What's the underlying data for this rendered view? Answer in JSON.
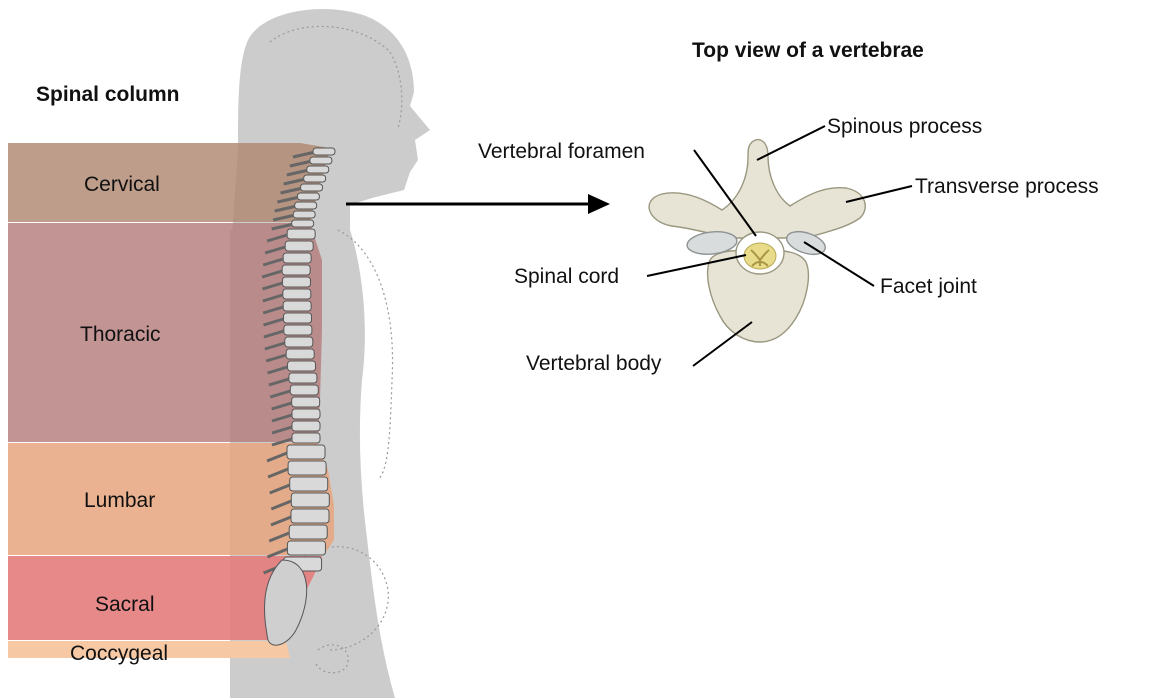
{
  "spine": {
    "title": "Spinal column",
    "regions": [
      {
        "key": "cervical",
        "label": "Cervical",
        "color": "#b08870"
      },
      {
        "key": "thoracic",
        "label": "Thoracic",
        "color": "#b47c7c"
      },
      {
        "key": "lumbar",
        "label": "Lumbar",
        "color": "#e6a47c"
      },
      {
        "key": "sacral",
        "label": "Sacral",
        "color": "#e47c7c"
      },
      {
        "key": "coccygeal",
        "label": "Coccygeal",
        "color": "#f6c8a4"
      }
    ]
  },
  "vertebra": {
    "title": "Top view of a vertebrae",
    "labels": {
      "spinous_process": "Spinous process",
      "transverse_process": "Transverse process",
      "vertebral_foramen": "Vertebral foramen",
      "spinal_cord": "Spinal cord",
      "facet_joint": "Facet joint",
      "vertebral_body": "Vertebral body"
    }
  },
  "colors": {
    "silhouette": "#cccccc",
    "bone": "#e7e4d6",
    "cord": "#e8dc8a",
    "leader": "#000000"
  }
}
